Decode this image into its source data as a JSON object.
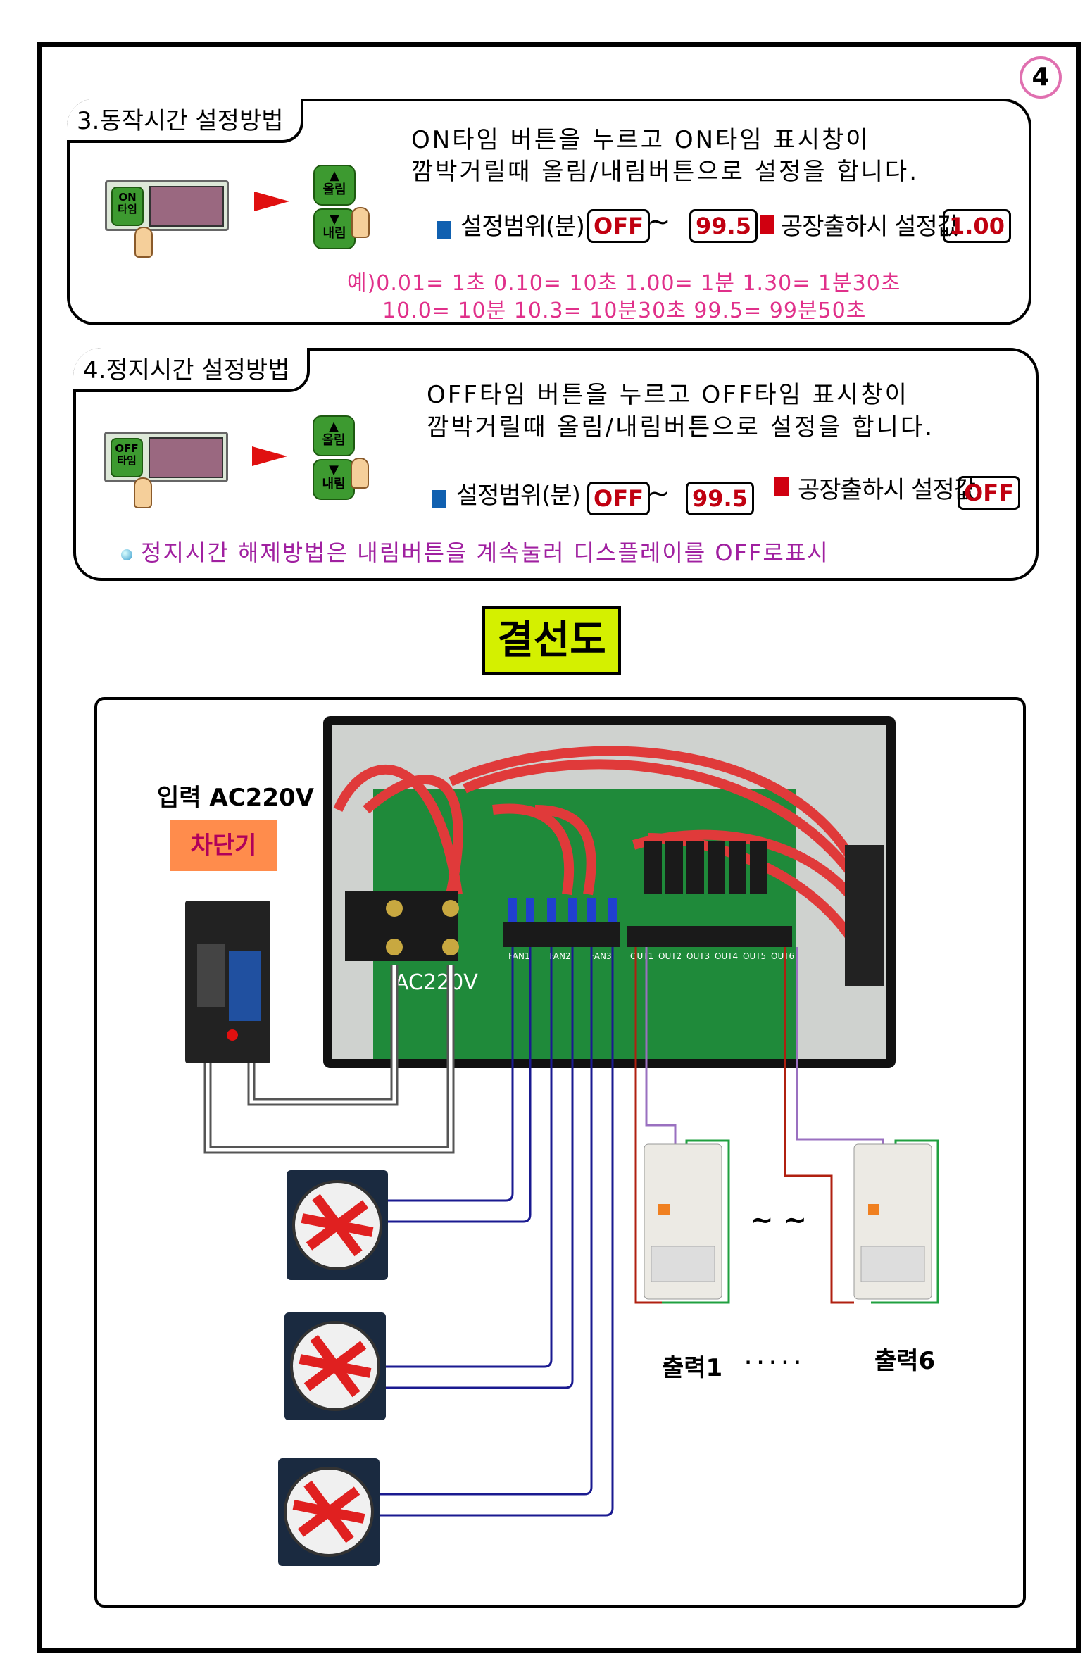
{
  "page_number": "4",
  "section3": {
    "title": "3.동작시간 설정방법",
    "line1": "ON타임 버튼을 누르고 ON타임 표시창이",
    "line2": "깜박거릴때 올림/내림버튼으로 설정을 합니다.",
    "panel_button": "ON\n타임",
    "up_label": "올림",
    "down_label": "내림",
    "range_label": "설정범위(분)",
    "range_min": "OFF",
    "tilde": "~",
    "range_max": "99.5",
    "factory_label": "공장출하시 설정값",
    "factory_value": "1.00",
    "examples_line1": "예)0.01= 1초  0.10= 10초   1.00= 1분   1.30= 1분30초",
    "examples_line2": "10.0= 10분   10.3= 10분30초  99.5= 99분50초"
  },
  "section4": {
    "title": "4.정지시간 설정방법",
    "line1": "OFF타임 버튼을 누르고 OFF타임 표시창이",
    "line2": "깜박거릴때 올림/내림버튼으로 설정을 합니다.",
    "panel_button": "OFF\n타임",
    "up_label": "올림",
    "down_label": "내림",
    "range_label": "설정범위(분)",
    "range_min": "OFF",
    "tilde": "~",
    "range_max": "99.5",
    "factory_label": "공장출하시 설정값",
    "factory_value": "OFF",
    "note": "정지시간 해제방법은 내림버튼을 계속눌러 디스플레이를 OFF로표시"
  },
  "wiring": {
    "title": "결선도",
    "input_label": "입력 AC220V",
    "breaker_label": "차단기",
    "pcb_label": "AC220V",
    "terminal_labels": [
      "FAN1",
      "FAN2",
      "FAN3",
      "OUT1",
      "OUT2",
      "OUT3",
      "OUT4",
      "OUT5",
      "OUT6"
    ],
    "tilde": "~ ~",
    "output_first": "출력1",
    "output_dots": ". . . . .",
    "output_last": "출력6"
  },
  "colors": {
    "accent_pink": "#e0308a",
    "note_purple": "#a020a0",
    "title_bg": "#d4f000",
    "breaker_bg": "#ff8c4c",
    "value_red": "#c00010"
  }
}
